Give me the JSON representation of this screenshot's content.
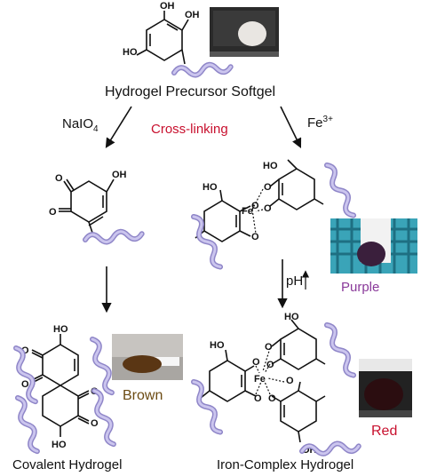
{
  "labels": {
    "precursor": "Hydrogel Precursor Softgel",
    "crosslinking": "Cross-linking",
    "naio4": "NaIO4",
    "fe3": "Fe3+",
    "ph": "pH",
    "covalent": "Covalent Hydrogel",
    "iron_complex": "Iron-Complex Hydrogel",
    "brown": "Brown",
    "purple": "Purple",
    "red": "Red"
  },
  "atoms": {
    "oh": "OH",
    "ho": "HO",
    "o": "O",
    "fe": "Fe"
  },
  "colors": {
    "crosslinking": "#c8102e",
    "brown": "#6b4a12",
    "purple": "#8a3a9a",
    "red": "#c8102e",
    "polymer_stroke": "#8f86c8",
    "polymer_fill": "#c9c3ec"
  }
}
